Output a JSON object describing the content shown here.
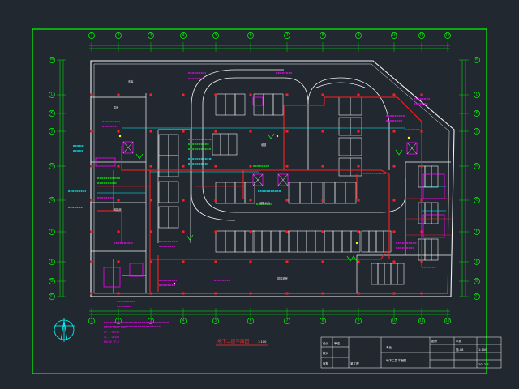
{
  "drawing": {
    "title": "地下二层平面图",
    "scale": "1:100",
    "colors": {
      "background": "#212830",
      "frame": "#00ff00",
      "wall": "#f2f2f2",
      "pipe": "#ff2020",
      "equipment": "#ff00ff",
      "annotation": "#00ffff",
      "axis_bubble": "#00ff00",
      "accent": "#ffff00"
    },
    "axes_top": [
      "1",
      "2",
      "3",
      "4",
      "5",
      "6",
      "7",
      "8",
      "9",
      "10",
      "11",
      "12"
    ],
    "axes_bottom": [
      "1",
      "2",
      "3",
      "4",
      "5",
      "6",
      "7",
      "8",
      "9",
      "10",
      "11",
      "12"
    ],
    "axes_left": [
      "M",
      "L",
      "K",
      "J",
      "H",
      "G",
      "F",
      "E",
      "D",
      "C"
    ],
    "axes_right": [
      "M",
      "L",
      "K",
      "J",
      "H",
      "G",
      "F",
      "E",
      "D",
      "C"
    ],
    "notes": [
      "DN100 DN80 DN65",
      "ZP-1 DN150",
      "XL-1 DN100",
      "DN100 ZP-2"
    ],
    "room_labels": [
      "车库",
      "坡道",
      "泵房",
      "风机房",
      "排风机房",
      "消防水池"
    ],
    "compass_icon": "north-arrow-icon"
  },
  "title_block": {
    "project": "某工程",
    "drawing_name": "地下二层平面图",
    "fields": [
      "设计",
      "校对",
      "审核",
      "审定",
      "专业",
      "图号"
    ],
    "values": [
      "水施",
      "施-08",
      "1:100",
      "2012.6"
    ]
  }
}
